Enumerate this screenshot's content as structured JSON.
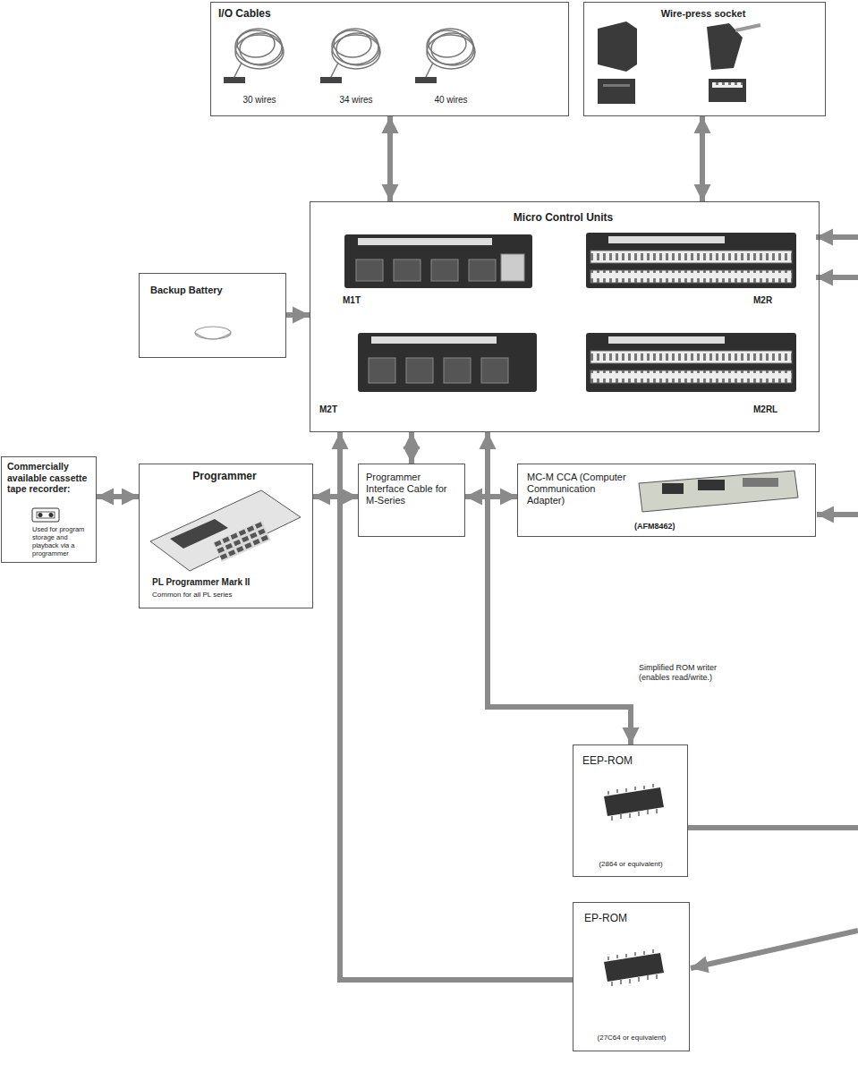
{
  "diagram": {
    "nodes": [
      {
        "text": [
          "I/O Cables",
          "30 wires",
          "34 wires",
          "40 wires"
        ]
      },
      {
        "text": [
          "Wire-press socket"
        ]
      },
      {
        "text": [
          "Micro Control Units",
          "M1T",
          "M2R",
          "M2T",
          "M2RL"
        ]
      },
      {
        "text": [
          "Backup Battery"
        ]
      },
      {
        "text": [
          "Commercially available cassette tape recorder:",
          "Used for program storage and playback via a programmer"
        ]
      },
      {
        "text": [
          "Programmer",
          "PL Programmer Mark II",
          "Common for all PL series"
        ]
      },
      {
        "text": [
          "Programmer Interface Cable for M-Series"
        ]
      },
      {
        "text": [
          "MC-M CCA (Computer Communication Adapter)",
          "(AFM8462)"
        ]
      },
      {
        "text": [
          "EEP-ROM",
          "(2864 or equivalent)"
        ]
      },
      {
        "text": [
          "EP-ROM",
          "(27C64 or equivalent)"
        ]
      }
    ],
    "edges": [
      {
        "from": 0,
        "to": 2,
        "arrow": "both"
      },
      {
        "from": 1,
        "to": 2,
        "arrow": "both"
      },
      {
        "from": 3,
        "to": 2,
        "arrow": "to"
      },
      {
        "from": 4,
        "to": 5,
        "arrow": "both"
      },
      {
        "from": 6,
        "to": 5,
        "arrow": "both"
      },
      {
        "from": 6,
        "to": 7,
        "arrow": "both"
      },
      {
        "from": 6,
        "to": 2,
        "arrow": "both"
      },
      {
        "from": 2,
        "to": 8,
        "label": "Simplified ROM writer (enables read/write.)",
        "arrow": "both"
      },
      {
        "from": 9,
        "to": 2,
        "arrow": "to"
      }
    ]
  }
}
